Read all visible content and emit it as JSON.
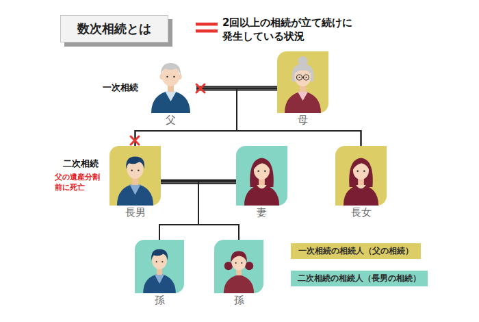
{
  "diagram": {
    "title": "数次相続とは",
    "nodes": [
      {
        "text": [
          "父"
        ]
      },
      {
        "text": [
          "母"
        ]
      },
      {
        "text": [
          "長男"
        ]
      },
      {
        "text": [
          "妻"
        ]
      },
      {
        "text": [
          "長女"
        ]
      },
      {
        "text": [
          "孫"
        ]
      },
      {
        "text": [
          "孫"
        ]
      }
    ],
    "edges": [
      {
        "from": 0,
        "to": 1,
        "arrow": "none"
      },
      {
        "from": 2,
        "to": 3,
        "arrow": "none"
      },
      {
        "from": 0,
        "to": 2,
        "arrow": "none"
      },
      {
        "from": 0,
        "to": 4,
        "arrow": "none"
      },
      {
        "from": 1,
        "to": 2,
        "arrow": "none"
      },
      {
        "from": 1,
        "to": 4,
        "arrow": "none"
      },
      {
        "from": 2,
        "to": 5,
        "arrow": "none"
      },
      {
        "from": 2,
        "to": 6,
        "arrow": "none"
      },
      {
        "from": 3,
        "to": 5,
        "arrow": "none"
      },
      {
        "from": 3,
        "to": 6,
        "arrow": "none"
      }
    ],
    "labels": [
      "2回以上の相続が立て続けに 発生している状況",
      "一次相続",
      "二次相続",
      "父の遺産分割 前に死亡"
    ],
    "legend": [
      {
        "text": "一次相続の相続人（父の相続）",
        "color": "#dccd66"
      },
      {
        "text": "二次相続の相続人（長男の相続）",
        "color": "#84d5c3"
      }
    ]
  }
}
